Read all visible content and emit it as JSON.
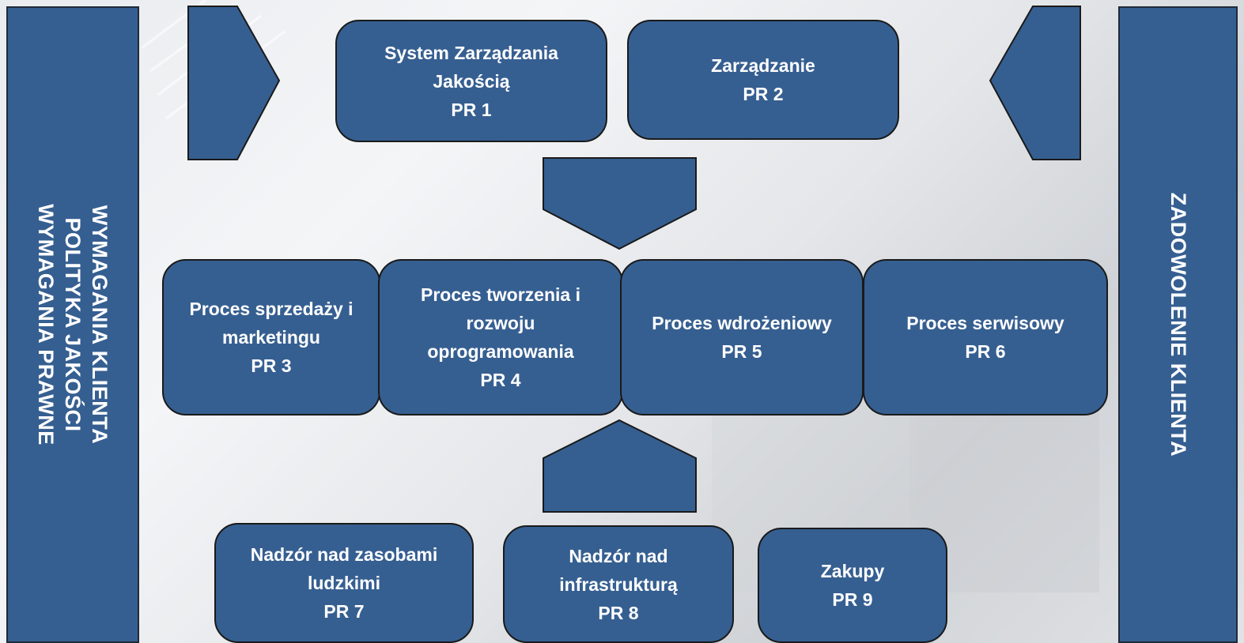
{
  "colors": {
    "box_fill": "#365f91",
    "border": "#1a1a1a",
    "text": "#ffffff"
  },
  "left_panel": {
    "lines": [
      "WYMAGANIA KLIENTA",
      "POLITYKA JAKOŚCI",
      "WYMAGANIA PRAWNE"
    ]
  },
  "right_panel": {
    "lines": [
      "ZADOWOLENIE KLIENTA"
    ]
  },
  "top_row": [
    {
      "lines": [
        "System Zarządzania",
        "Jakością",
        "PR 1"
      ]
    },
    {
      "lines": [
        "Zarządzanie",
        "PR 2"
      ]
    }
  ],
  "middle_row": [
    {
      "lines": [
        "Proces  sprzedaży i",
        "marketingu",
        "PR 3"
      ]
    },
    {
      "lines": [
        "Proces tworzenia i",
        "rozwoju",
        "oprogramowania",
        "PR 4"
      ]
    },
    {
      "lines": [
        "Proces wdrożeniowy",
        "PR 5"
      ]
    },
    {
      "lines": [
        "Proces serwisowy",
        "PR 6"
      ]
    }
  ],
  "bottom_row": [
    {
      "lines": [
        "Nadzór nad zasobami",
        "ludzkimi",
        "PR 7"
      ]
    },
    {
      "lines": [
        "Nadzór nad",
        "infrastrukturą",
        "PR 8"
      ]
    },
    {
      "lines": [
        "Zakupy",
        "PR 9"
      ]
    }
  ]
}
